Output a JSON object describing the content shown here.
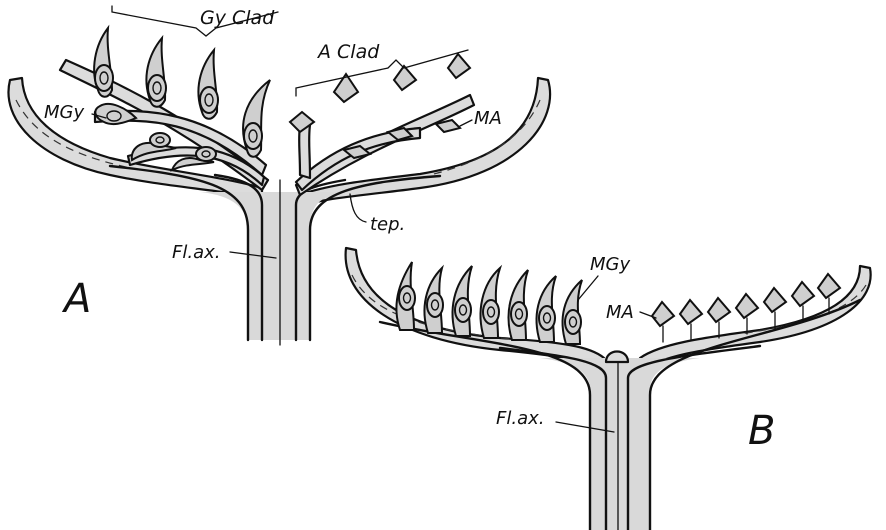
{
  "figure": {
    "panel_a": {
      "letter": "A",
      "labels": {
        "gy_clad": "Gy Clad",
        "a_clad": "A Clad",
        "mgy": "MGy",
        "ma": "MA",
        "tep": "tep.",
        "fl_ax": "Fl.ax."
      }
    },
    "panel_b": {
      "letter": "B",
      "labels": {
        "mgy": "MGy",
        "ma": "MA",
        "fl_ax": "Fl.ax."
      }
    }
  }
}
